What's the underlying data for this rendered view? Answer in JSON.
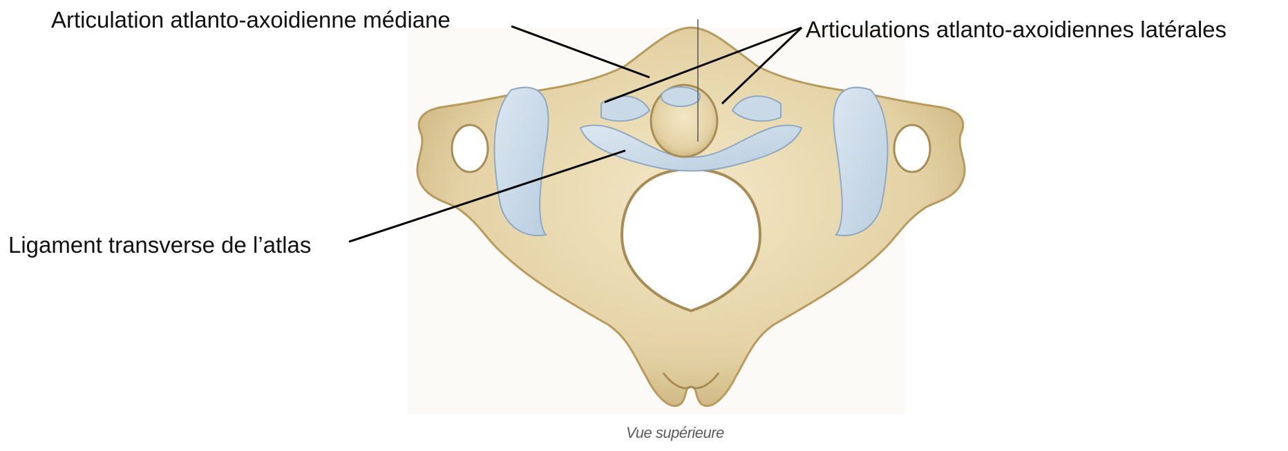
{
  "labels": {
    "median_joint": "Articulation atlanto-axoidienne médiane",
    "lateral_joints": "Articulations atlanto-axoidiennes latérales",
    "transverse_ligament": "Ligament transverse de l’atlas"
  },
  "caption": "Vue supérieure",
  "colors": {
    "bone": "#e7d8b0",
    "bone_shadow": "#c7ae78",
    "cartilage": "#c9d9e8",
    "leader_line": "#000000",
    "text": "#111111"
  }
}
